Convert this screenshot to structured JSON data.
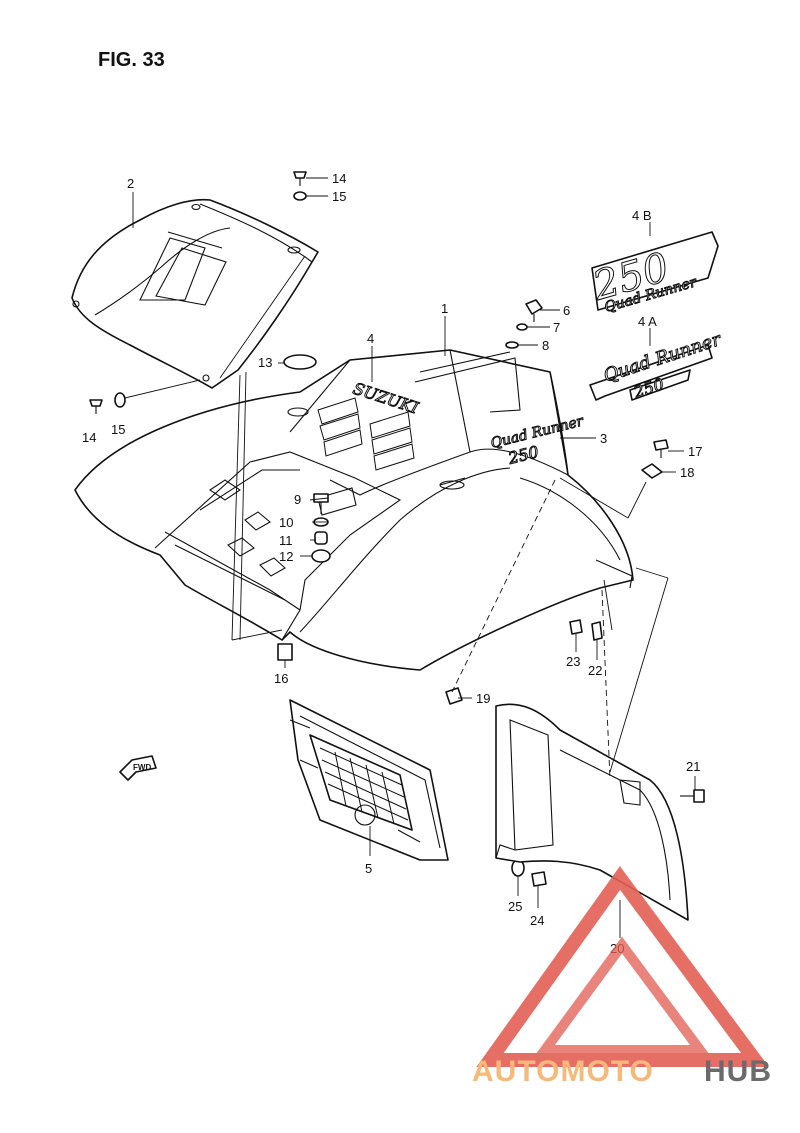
{
  "figure": {
    "title": "FIG. 33"
  },
  "labels": {
    "p1": "1",
    "p2": "2",
    "p3": "3",
    "p4": "4",
    "p4a": "4 A",
    "p4b": "4 B",
    "p5": "5",
    "p6": "6",
    "p7": "7",
    "p8": "8",
    "p9": "9",
    "p10": "10",
    "p11": "11",
    "p12": "12",
    "p13": "13",
    "p14a": "14",
    "p14b": "14",
    "p15a": "15",
    "p15b": "15",
    "p16": "16",
    "p17": "17",
    "p18": "18",
    "p19": "19",
    "p20": "20",
    "p21": "21",
    "p22": "22",
    "p23": "23",
    "p24": "24",
    "p25": "25"
  },
  "decals": {
    "hood_brand": "SUZUKI",
    "side_script": "Quad Runner",
    "side_number": "250",
    "decal_4b_number": "250",
    "decal_4b_script": "Quad Runner",
    "decal_4a_script": "Quad Runner",
    "decal_4a_number": "250"
  },
  "fwd": {
    "label": "FWD"
  },
  "watermark": {
    "text_part1": "AUTOMOTO",
    "text_part2": "HUB",
    "color_orange": "#f4b26b",
    "color_red": "#e35f55",
    "color_gray": "#5c5c5c"
  }
}
